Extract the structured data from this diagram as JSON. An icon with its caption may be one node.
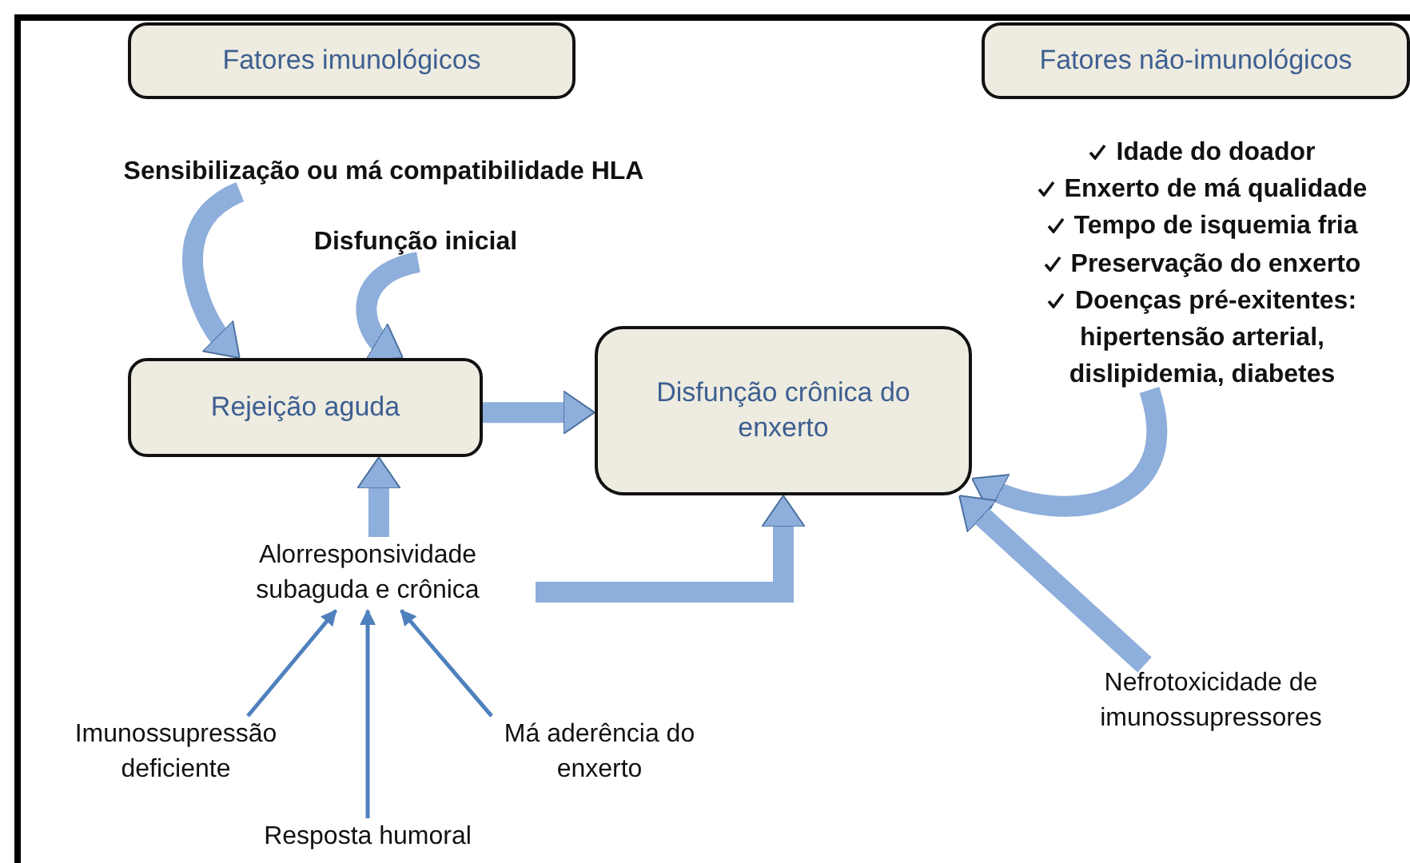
{
  "diagram": {
    "nodes": [
      {
        "text": [
          "Fatores imunológicos"
        ]
      },
      {
        "text": [
          "Fatores não-imunológicos"
        ]
      },
      {
        "text": [
          "Sensibilização ou má compatibilidade HLA"
        ]
      },
      {
        "text": [
          "Disfunção inicial"
        ]
      },
      {
        "text": [
          "Rejeição aguda"
        ]
      },
      {
        "text": [
          "Disfunção crônica do enxerto"
        ]
      },
      {
        "text": [
          "Idade do doador",
          "Enxerto de má qualidade",
          "Tempo de isquemia fria",
          "Preservação do enxerto",
          "Doenças pré-exitentes: hipertensão arterial, dislipidemia, diabetes"
        ]
      },
      {
        "text": [
          "Alorresponsividade subaguda e crônica"
        ]
      },
      {
        "text": [
          "Imunossupressão deficiente"
        ]
      },
      {
        "text": [
          "Resposta humoral"
        ]
      },
      {
        "text": [
          "Má aderência do enxerto"
        ]
      },
      {
        "text": [
          "Nefrotoxicidade de imunossupressores"
        ]
      }
    ],
    "edges": [
      {
        "from": 2,
        "to": 4,
        "arrow": "to"
      },
      {
        "from": 3,
        "to": 4,
        "arrow": "to"
      },
      {
        "from": 4,
        "to": 5,
        "arrow": "to"
      },
      {
        "from": 7,
        "to": 4,
        "arrow": "to"
      },
      {
        "from": 7,
        "to": 5,
        "arrow": "to"
      },
      {
        "from": 6,
        "to": 5,
        "arrow": "to"
      },
      {
        "from": 11,
        "to": 5,
        "arrow": "to"
      },
      {
        "from": 8,
        "to": 7,
        "arrow": "to"
      },
      {
        "from": 9,
        "to": 7,
        "arrow": "to"
      },
      {
        "from": 10,
        "to": 7,
        "arrow": "to"
      }
    ]
  }
}
